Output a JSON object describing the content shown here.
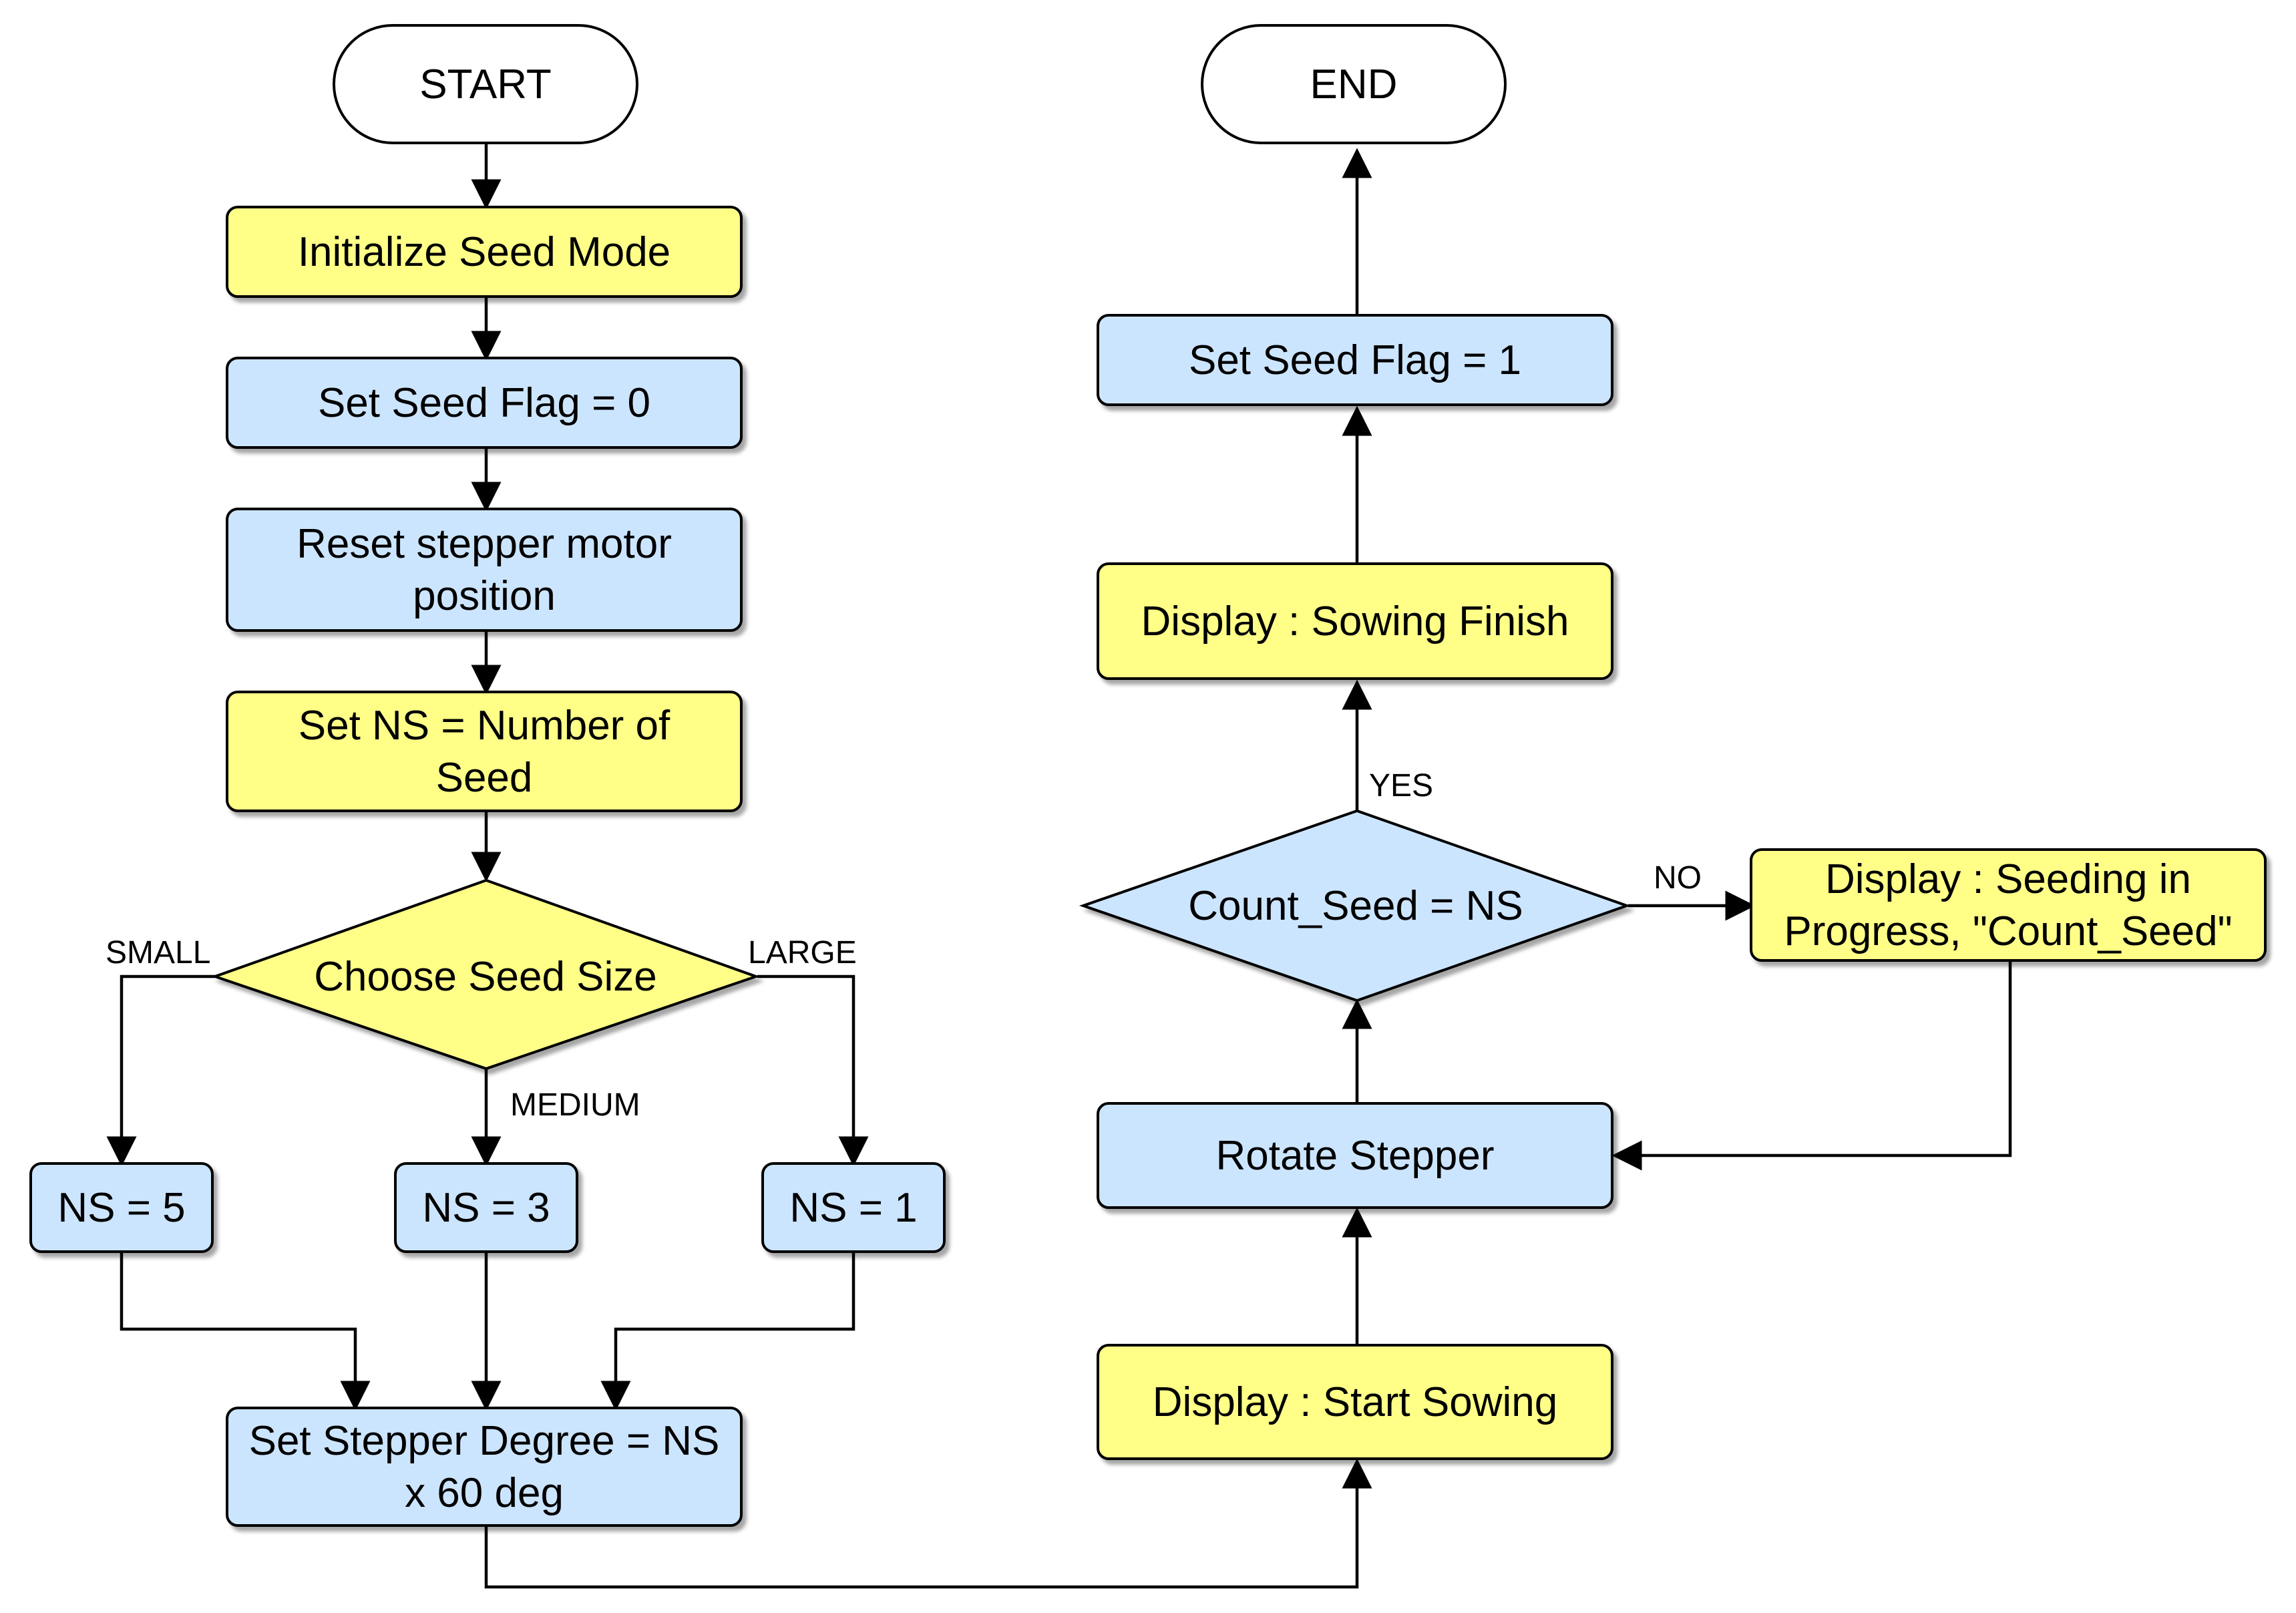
{
  "colors": {
    "process_blue": "#cce5ff",
    "process_yellow": "#ffff88",
    "terminal_fill": "#ffffff",
    "line": "#000000"
  },
  "nodes": {
    "start": {
      "lines": [
        "START"
      ],
      "shape": "terminal"
    },
    "init": {
      "lines": [
        "Initialize Seed Mode"
      ],
      "shape": "process-yellow"
    },
    "flag0": {
      "lines": [
        "Set Seed Flag = 0"
      ],
      "shape": "process-blue"
    },
    "reset": {
      "lines": [
        "Reset stepper motor",
        "position"
      ],
      "shape": "process-blue"
    },
    "setns": {
      "lines": [
        "Set NS = Number of",
        "Seed"
      ],
      "shape": "process-yellow"
    },
    "choose": {
      "lines": [
        "Choose Seed Size"
      ],
      "shape": "decision-yellow"
    },
    "ns5": {
      "lines": [
        "NS = 5"
      ],
      "shape": "process-blue"
    },
    "ns3": {
      "lines": [
        "NS = 3"
      ],
      "shape": "process-blue"
    },
    "ns1": {
      "lines": [
        "NS = 1"
      ],
      "shape": "process-blue"
    },
    "degree": {
      "lines": [
        "Set Stepper Degree = NS",
        "x 60 deg"
      ],
      "shape": "process-blue"
    },
    "startsow": {
      "lines": [
        "Display : Start Sowing"
      ],
      "shape": "process-yellow"
    },
    "rotate": {
      "lines": [
        "Rotate Stepper"
      ],
      "shape": "process-blue"
    },
    "count": {
      "lines": [
        "Count_Seed = NS"
      ],
      "shape": "decision-blue"
    },
    "progress": {
      "lines": [
        "Display : Seeding in",
        "Progress, \"Count_Seed\""
      ],
      "shape": "process-yellow"
    },
    "finish": {
      "lines": [
        "Display : Sowing Finish"
      ],
      "shape": "process-yellow"
    },
    "flag1": {
      "lines": [
        "Set Seed Flag = 1"
      ],
      "shape": "process-blue"
    },
    "end": {
      "lines": [
        "END"
      ],
      "shape": "terminal"
    }
  },
  "edge_labels": {
    "small": "SMALL",
    "medium": "MEDIUM",
    "large": "LARGE",
    "yes": "YES",
    "no": "NO"
  }
}
